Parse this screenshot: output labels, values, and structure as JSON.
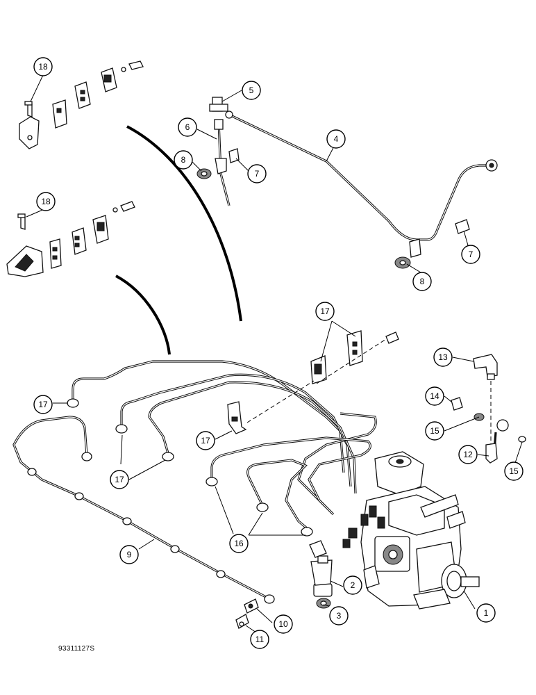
{
  "figure_code": "93311127S",
  "callouts": {
    "c1": "1",
    "c2": "2",
    "c3": "3",
    "c4": "4",
    "c5": "5",
    "c6": "6",
    "c7a": "7",
    "c7b": "7",
    "c8a": "8",
    "c8b": "8",
    "c9": "9",
    "c10": "10",
    "c11": "11",
    "c12": "12",
    "c13": "13",
    "c14": "14",
    "c15a": "15",
    "c15b": "15",
    "c16": "16",
    "c17a": "17",
    "c17b": "17",
    "c17c": "17",
    "c17d": "17",
    "c18a": "18",
    "c18b": "18"
  }
}
